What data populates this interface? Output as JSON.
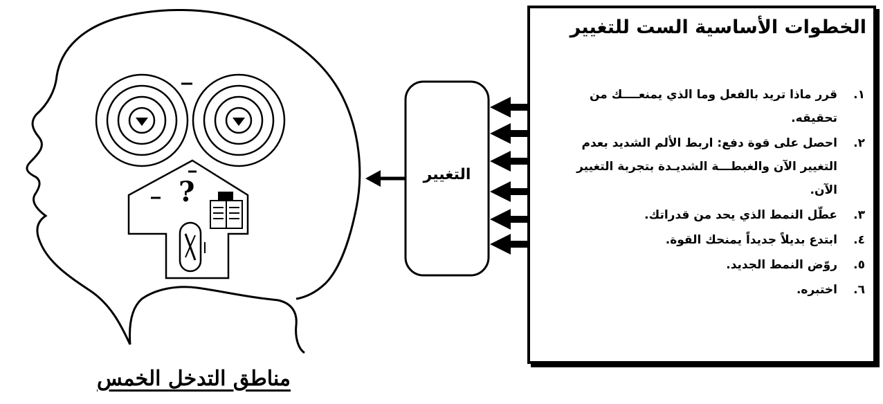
{
  "steps_panel": {
    "title": "الخطوات الأساسية الست للتغيير",
    "steps": [
      {
        "num": "١.",
        "text": "قرر ماذا تريد بالفعل وما الذي يمنعــــك من تحقيقه."
      },
      {
        "num": "٢.",
        "text": "احصل على قوة دفع: اربط الألم الشديد بعدم التغيير الآن والغبطـــة الشديـدة بتجربة التغيير الآن."
      },
      {
        "num": "٣.",
        "text": "عطّل النمط الذي يحد من قدراتك."
      },
      {
        "num": "٤.",
        "text": "ابتدع بديلاً جديداً يمنحك القوة."
      },
      {
        "num": "٥.",
        "text": "روّض النمط الجديد."
      },
      {
        "num": "٦.",
        "text": "اختبره."
      }
    ]
  },
  "center_box": {
    "label": "التغيير"
  },
  "head": {
    "question_mark": "?"
  },
  "caption": "مناطق التدخل الخمس"
}
